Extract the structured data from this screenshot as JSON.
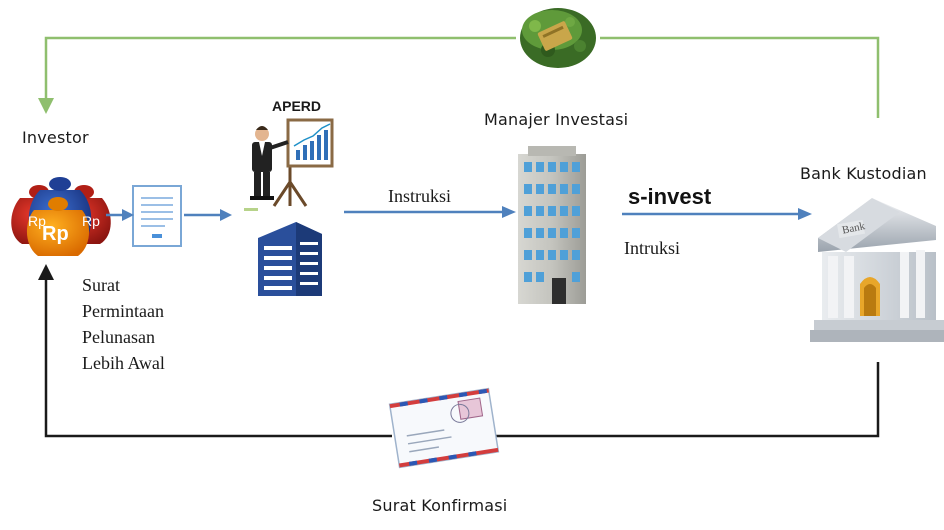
{
  "nodes": {
    "investor": "Investor",
    "aperd": "APERD",
    "manajer": "Manajer Investasi",
    "bank": "Bank Kustodian",
    "bank_sign": "Bank"
  },
  "money_bags": [
    "Rp",
    "Rp",
    "Rp"
  ],
  "document": {
    "lines": [
      "Surat",
      "Permintaan",
      "Pelunasan",
      "Lebih Awal"
    ]
  },
  "edges": {
    "instruksi": "Instruksi",
    "sinvest": "s-invest",
    "intruksi": "Intruksi",
    "konfirmasi": "Surat Konfirmasi"
  },
  "colors": {
    "top_loop": "#8fbf6e",
    "flow_arrow": "#4f81bd",
    "bottom_loop": "#1a1a1a"
  }
}
